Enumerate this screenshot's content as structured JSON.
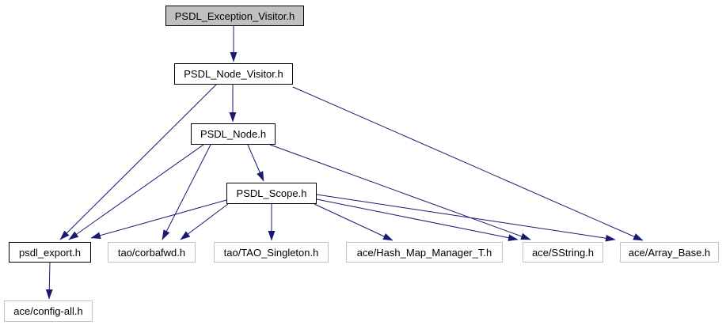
{
  "colors": {
    "edge": "#191970",
    "documented_border": "#000000",
    "external_border": "#c2c2c2",
    "current_fill": "#c0c0c0",
    "node_fill": "#ffffff"
  },
  "graph": {
    "type": "include-dependency-graph",
    "nodes": [
      {
        "id": "exception_visitor",
        "label": "PSDL_Exception_Visitor.h",
        "kind": "current"
      },
      {
        "id": "node_visitor",
        "label": "PSDL_Node_Visitor.h",
        "kind": "documented"
      },
      {
        "id": "node",
        "label": "PSDL_Node.h",
        "kind": "documented"
      },
      {
        "id": "scope",
        "label": "PSDL_Scope.h",
        "kind": "documented"
      },
      {
        "id": "psdl_export",
        "label": "psdl_export.h",
        "kind": "documented"
      },
      {
        "id": "corbafwd",
        "label": "tao/corbafwd.h",
        "kind": "external"
      },
      {
        "id": "tao_singleton",
        "label": "tao/TAO_Singleton.h",
        "kind": "external"
      },
      {
        "id": "hash_map",
        "label": "ace/Hash_Map_Manager_T.h",
        "kind": "external"
      },
      {
        "id": "sstring",
        "label": "ace/SString.h",
        "kind": "external"
      },
      {
        "id": "array_base",
        "label": "ace/Array_Base.h",
        "kind": "external"
      },
      {
        "id": "config_all",
        "label": "ace/config-all.h",
        "kind": "external"
      }
    ],
    "edges": [
      {
        "from": "exception_visitor",
        "to": "node_visitor"
      },
      {
        "from": "node_visitor",
        "to": "node"
      },
      {
        "from": "node_visitor",
        "to": "psdl_export"
      },
      {
        "from": "node_visitor",
        "to": "array_base"
      },
      {
        "from": "node",
        "to": "psdl_export"
      },
      {
        "from": "node",
        "to": "corbafwd"
      },
      {
        "from": "node",
        "to": "scope"
      },
      {
        "from": "node",
        "to": "sstring"
      },
      {
        "from": "scope",
        "to": "psdl_export"
      },
      {
        "from": "scope",
        "to": "corbafwd"
      },
      {
        "from": "scope",
        "to": "tao_singleton"
      },
      {
        "from": "scope",
        "to": "hash_map"
      },
      {
        "from": "scope",
        "to": "sstring"
      },
      {
        "from": "scope",
        "to": "array_base"
      },
      {
        "from": "psdl_export",
        "to": "config_all"
      }
    ]
  }
}
